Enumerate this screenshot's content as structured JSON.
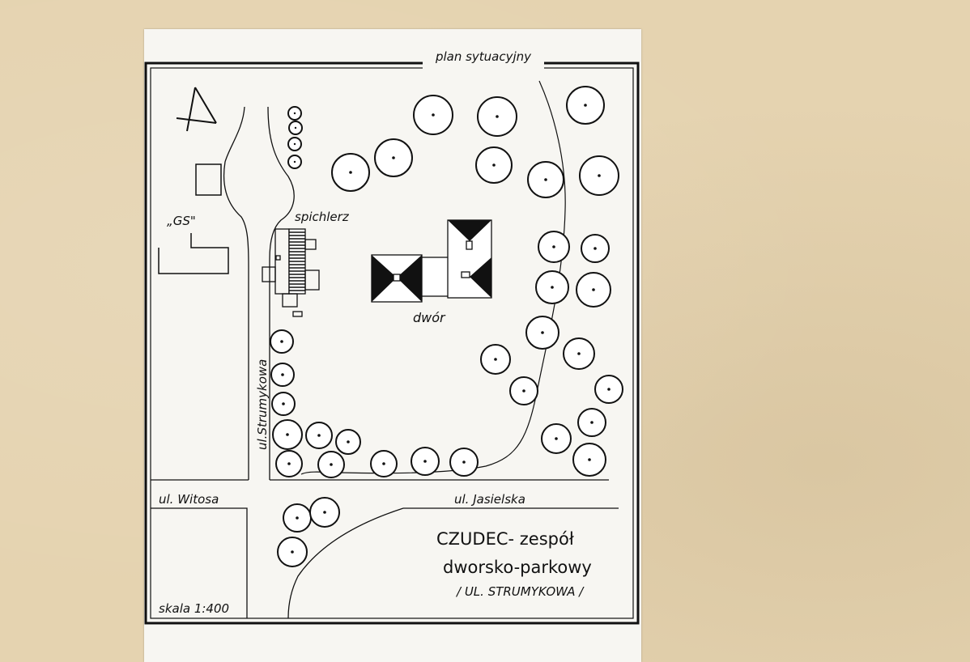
{
  "sheet": {
    "heading": "plan sytuacyjny",
    "scale": "skala   1:400"
  },
  "labels": {
    "gs": "„GS\"",
    "granary": "spichlerz",
    "manor": "dwór",
    "street_strumykowa": "ul.Strumykowa",
    "street_witosa": "ul. Witosa",
    "street_jasielska": "ul. Jasielska"
  },
  "title_block": {
    "line1": "CZUDEC- zespół",
    "line2": "dworsko-parkowy",
    "line3": "/ UL. STRUMYKOWA /"
  },
  "colors": {
    "mount": "#e5d3b0",
    "paper": "#f7f6f2",
    "ink": "#111111"
  }
}
